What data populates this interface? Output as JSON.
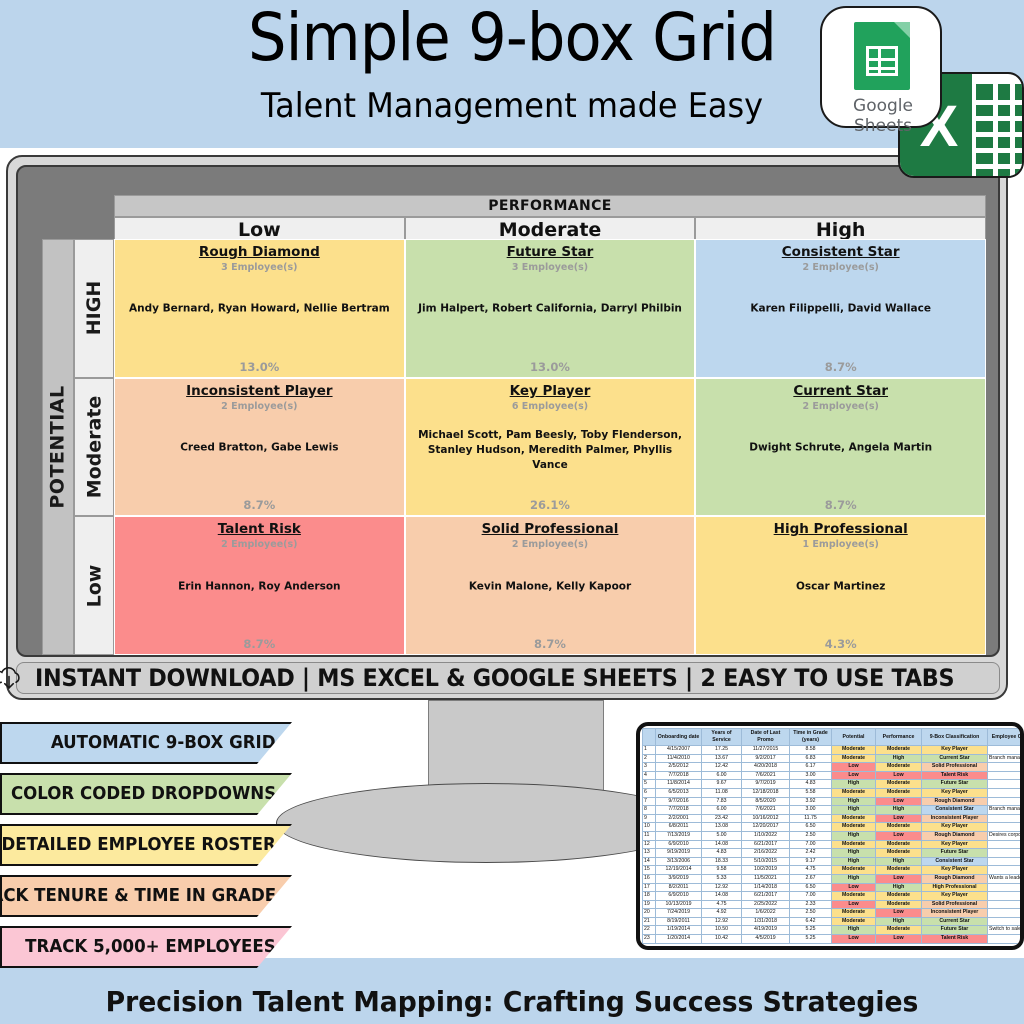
{
  "header": {
    "title": "Simple 9-box Grid",
    "subtitle": "Talent Management made Easy",
    "background_color": "#bcd5ec",
    "gsheets_badge_label": "Google Sheets",
    "excel_badge_letter": "X"
  },
  "monitor": {
    "banner_text": "INSTANT DOWNLOAD | MS EXCEL & GOOGLE SHEETS | 2 EASY TO USE TABS",
    "download_icon": "cloud-download-icon"
  },
  "grid": {
    "y_axis_label": "POTENTIAL",
    "x_axis_label": "PERFORMANCE",
    "column_headers": [
      "Low",
      "Moderate",
      "High"
    ],
    "row_headers": [
      "HIGH",
      "Moderate",
      "Low"
    ],
    "cells": [
      {
        "title": "Rough Diamond",
        "count": "3 Employee(s)",
        "names": "Andy Bernard, Ryan Howard, Nellie Bertram",
        "percent": "13.0%",
        "color": "#fce08c"
      },
      {
        "title": "Future Star",
        "count": "3 Employee(s)",
        "names": "Jim Halpert, Robert California, Darryl Philbin",
        "percent": "13.0%",
        "color": "#c8e0ac"
      },
      {
        "title": "Consistent Star",
        "count": "2 Employee(s)",
        "names": "Karen Filippelli, David Wallace",
        "percent": "8.7%",
        "color": "#bdd7ee"
      },
      {
        "title": "Inconsistent Player",
        "count": "2 Employee(s)",
        "names": "Creed Bratton, Gabe Lewis",
        "percent": "8.7%",
        "color": "#f8cdac"
      },
      {
        "title": "Key Player",
        "count": "6 Employee(s)",
        "names": "Michael Scott, Pam Beesly, Toby Flenderson, Stanley Hudson, Meredith Palmer, Phyllis Vance",
        "percent": "26.1%",
        "color": "#fce08c"
      },
      {
        "title": "Current Star",
        "count": "2 Employee(s)",
        "names": "Dwight Schrute, Angela Martin",
        "percent": "8.7%",
        "color": "#c8e0ac"
      },
      {
        "title": "Talent Risk",
        "count": "2 Employee(s)",
        "names": "Erin Hannon, Roy Anderson",
        "percent": "8.7%",
        "color": "#fb8c8c"
      },
      {
        "title": "Solid Professional",
        "count": "2 Employee(s)",
        "names": "Kevin Malone, Kelly Kapoor",
        "percent": "8.7%",
        "color": "#f8cdac"
      },
      {
        "title": "High Professional",
        "count": "1 Employee(s)",
        "names": "Oscar Martinez",
        "percent": "4.3%",
        "color": "#fce08c"
      }
    ]
  },
  "features": [
    {
      "label": "AUTOMATIC 9-BOX GRID",
      "color": "#bdd7ee"
    },
    {
      "label": "COLOR CODED DROPDOWNS",
      "color": "#c8e0ac"
    },
    {
      "label": "DETAILED EMPLOYEE ROSTER",
      "color": "#fcea9e"
    },
    {
      "label": "TRACK TENURE & TIME IN GRADE",
      "color": "#f8cdac"
    },
    {
      "label": "TRACK 5,000+ EMPLOYEES",
      "color": "#fbc6d4"
    }
  ],
  "spreadsheet": {
    "columns": [
      "",
      "Onboarding date",
      "Years of Service",
      "Date of Last Promo",
      "Time in Grade (years)",
      "Potential",
      "Performance",
      "9-Box Classification",
      "Employee Career"
    ],
    "rows": [
      [
        "1",
        "4/15/2007",
        "17.25",
        "11/27/2015",
        "8.58",
        "Moderate",
        "Moderate",
        "Key Player",
        ""
      ],
      [
        "2",
        "11/4/2010",
        "13.67",
        "9/2/2017",
        "6.83",
        "Moderate",
        "High",
        "Current Star",
        "Branch manager"
      ],
      [
        "3",
        "2/5/2012",
        "12.42",
        "4/20/2018",
        "6.17",
        "Low",
        "Moderate",
        "Solid Professional",
        ""
      ],
      [
        "4",
        "7/7/2018",
        "6.00",
        "7/6/2021",
        "3.00",
        "Low",
        "Low",
        "Talent Risk",
        ""
      ],
      [
        "5",
        "11/8/2014",
        "9.67",
        "9/7/2019",
        "4.83",
        "High",
        "Moderate",
        "Future Star",
        ""
      ],
      [
        "6",
        "6/5/2013",
        "11.08",
        "12/18/2018",
        "5.58",
        "Moderate",
        "Moderate",
        "Key Player",
        ""
      ],
      [
        "7",
        "9/7/2016",
        "7.83",
        "8/5/2020",
        "3.92",
        "High",
        "Low",
        "Rough Diamond",
        ""
      ],
      [
        "8",
        "7/7/2018",
        "6.00",
        "7/6/2021",
        "3.00",
        "High",
        "High",
        "Consistent Star",
        "Branch manager"
      ],
      [
        "9",
        "2/2/2001",
        "23.42",
        "10/16/2012",
        "11.75",
        "Moderate",
        "Low",
        "Inconsistent Player",
        ""
      ],
      [
        "10",
        "6/8/2011",
        "13.08",
        "12/20/2017",
        "6.50",
        "Moderate",
        "Moderate",
        "Key Player",
        ""
      ],
      [
        "11",
        "7/13/2019",
        "5.00",
        "1/10/2022",
        "2.50",
        "High",
        "Low",
        "Rough Diamond",
        "Desires corporate"
      ],
      [
        "12",
        "6/9/2010",
        "14.08",
        "6/21/2017",
        "7.00",
        "Moderate",
        "Moderate",
        "Key Player",
        ""
      ],
      [
        "13",
        "9/19/2019",
        "4.83",
        "2/16/2022",
        "2.42",
        "High",
        "Moderate",
        "Future Star",
        ""
      ],
      [
        "14",
        "3/13/2006",
        "18.33",
        "5/10/2015",
        "9.17",
        "High",
        "High",
        "Consistent Star",
        ""
      ],
      [
        "15",
        "12/19/2014",
        "9.58",
        "10/2/2019",
        "4.75",
        "Moderate",
        "Moderate",
        "Key Player",
        ""
      ],
      [
        "16",
        "3/9/2019",
        "5.33",
        "11/5/2021",
        "2.67",
        "High",
        "Low",
        "Rough Diamond",
        "Wants a leadership"
      ],
      [
        "17",
        "8/2/2011",
        "12.92",
        "1/14/2018",
        "6.50",
        "Low",
        "High",
        "High Professional",
        ""
      ],
      [
        "18",
        "6/9/2010",
        "14.08",
        "6/21/2017",
        "7.00",
        "Moderate",
        "Moderate",
        "Key Player",
        ""
      ],
      [
        "19",
        "10/13/2019",
        "4.75",
        "2/25/2022",
        "2.33",
        "Low",
        "Moderate",
        "Solid Professional",
        ""
      ],
      [
        "20",
        "7/24/2019",
        "4.92",
        "1/6/2022",
        "2.50",
        "Moderate",
        "Low",
        "Inconsistent Player",
        ""
      ],
      [
        "21",
        "8/19/2011",
        "12.92",
        "1/31/2018",
        "6.42",
        "Moderate",
        "High",
        "Current Star",
        ""
      ],
      [
        "22",
        "1/19/2014",
        "10.50",
        "4/19/2019",
        "5.25",
        "High",
        "Moderate",
        "Future Star",
        "Switch to sales"
      ],
      [
        "23",
        "1/20/2014",
        "10.42",
        "4/5/2019",
        "5.25",
        "Low",
        "Low",
        "Talent Risk",
        ""
      ]
    ],
    "level_colors": {
      "High": "#c8e0ac",
      "Moderate": "#fce08c",
      "Low": "#fb8c8c"
    },
    "class_colors": {
      "Key Player": "#fce08c",
      "Current Star": "#c8e0ac",
      "Solid Professional": "#f8cdac",
      "Talent Risk": "#fb8c8c",
      "Future Star": "#c8e0ac",
      "Rough Diamond": "#f8cdac",
      "Consistent Star": "#bdd7ee",
      "Inconsistent Player": "#f8cdac",
      "High Professional": "#fce08c"
    }
  },
  "footer": {
    "tagline": "Precision Talent Mapping: Crafting Success Strategies",
    "background_color": "#bcd5ec"
  }
}
